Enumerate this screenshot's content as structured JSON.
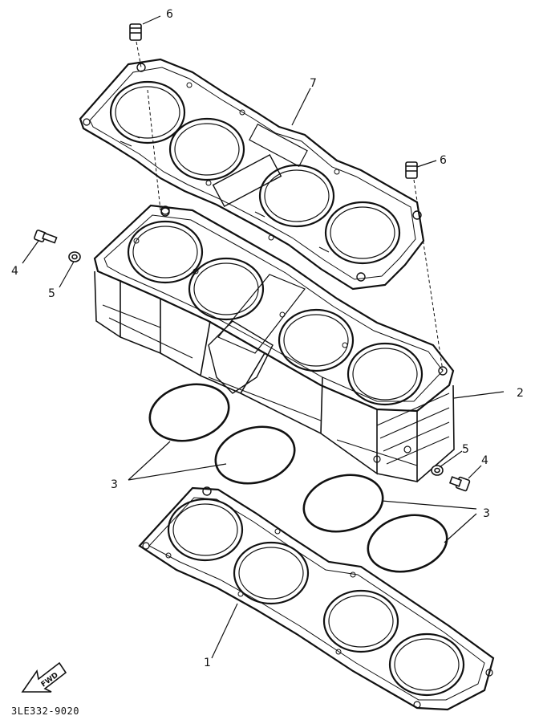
{
  "diagram": {
    "callouts": {
      "c1": "1",
      "c2": "2",
      "c3a": "3",
      "c3b": "3",
      "c4a": "4",
      "c4b": "4",
      "c5a": "5",
      "c5b": "5",
      "c6a": "6",
      "c6b": "6",
      "c7": "7"
    },
    "direction_label": "FWD",
    "part_code": "3LE332-9020"
  }
}
